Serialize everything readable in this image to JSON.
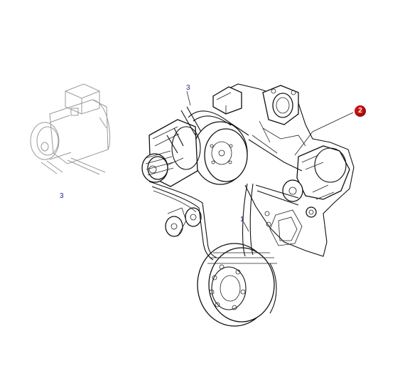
{
  "diagram": {
    "callouts": [
      {
        "id": "2",
        "text": "2",
        "color": "#cc1111"
      }
    ],
    "labels": [
      {
        "id": "label-3-compressor",
        "text": "3"
      },
      {
        "id": "label-3-top",
        "text": "3"
      },
      {
        "id": "label-1-belt",
        "text": "1"
      }
    ],
    "colors": {
      "label_text": "#1b2a8a",
      "line_art": "#111111",
      "callout_fill": "#cc1111",
      "background": "#ffffff"
    }
  }
}
